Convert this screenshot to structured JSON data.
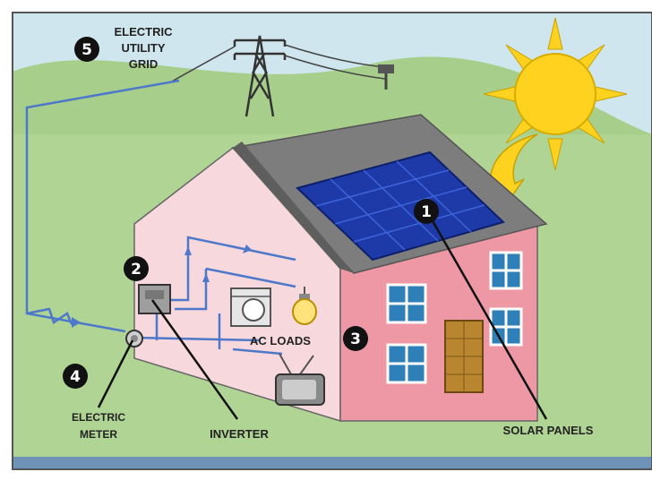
{
  "labels": {
    "grid_line1": "ELECTRIC",
    "grid_line2": "UTILITY",
    "grid_line3": "GRID",
    "ac_loads": "AC LOADS",
    "meter_line1": "ELECTRIC",
    "meter_line2": "METER",
    "inverter": "INVERTER",
    "solar_panels": "SOLAR PANELS"
  },
  "markers": [
    "1",
    "2",
    "3",
    "4",
    "5"
  ],
  "colors": {
    "sky": "#cfe6ee",
    "hill": "#a7cf8b",
    "ground": "#bcd99f",
    "roof": "#7d7d7d",
    "house_front": "#f7d9dd",
    "house_side": "#ee98a6",
    "panel": "#1d3aa8",
    "sun": "#ffd21f",
    "wire": "#4e78c9",
    "marker": "#111111"
  },
  "icons": [
    "sun-icon",
    "power-tower-icon",
    "solar-panel-icon",
    "washer-icon",
    "light-bulb-icon",
    "television-icon",
    "inverter-icon",
    "electric-meter-icon",
    "door-icon",
    "window-icon",
    "sunray-arrow-icon"
  ]
}
